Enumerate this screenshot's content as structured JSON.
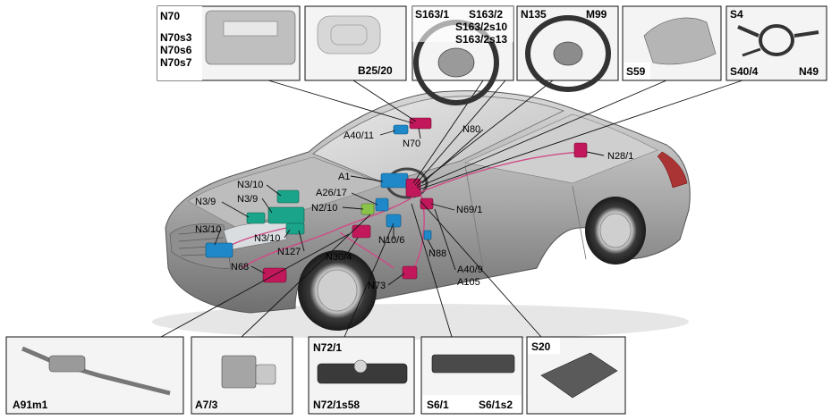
{
  "inset_panels": {
    "n70": {
      "labels": [
        "N70",
        "N70s3",
        "N70s6",
        "N70s7"
      ]
    },
    "b25_20": {
      "labels": [
        "B25/20"
      ]
    },
    "s163": {
      "labels": [
        "S163/1",
        "S163/2",
        "S163/2s10",
        "S163/2s13"
      ]
    },
    "n135": {
      "labels": [
        "N135",
        "M99"
      ]
    },
    "s59": {
      "labels": [
        "S59"
      ]
    },
    "s4": {
      "labels": [
        "S4",
        "S40/4",
        "N49"
      ]
    },
    "a91m1": {
      "labels": [
        "A91m1"
      ]
    },
    "a7_3": {
      "labels": [
        "A7/3"
      ]
    },
    "n72_1": {
      "labels": [
        "N72/1",
        "N72/1s58"
      ]
    },
    "s6_1": {
      "labels": [
        "S6/1",
        "S6/1s2"
      ]
    },
    "s20": {
      "labels": [
        "S20"
      ]
    }
  },
  "car_labels": {
    "a40_11": "A40/11",
    "n70": "N70",
    "n80": "N80",
    "n28_1": "N28/1",
    "a1": "A1",
    "n3_10_top": "N3/10",
    "n3_9_top": "N3/9",
    "n3_9_left": "N3/9",
    "a26_17": "A26/17",
    "n2_10": "N2/10",
    "n69_1": "N69/1",
    "n3_10_left": "N3/10",
    "n3_10_mid": "N3/10",
    "n127": "N127",
    "n10_6": "N10/6",
    "n30_4": "N30/4",
    "n88": "N88",
    "n68": "N68",
    "a40_9": "A40/9",
    "a105": "A105",
    "n73": "N73"
  },
  "colors": {
    "car_body": "#a9a9a9",
    "module_pink": "#c2185b",
    "module_blue": "#1e88c8",
    "module_teal": "#1aa58a",
    "wiring": "#d04a86"
  }
}
